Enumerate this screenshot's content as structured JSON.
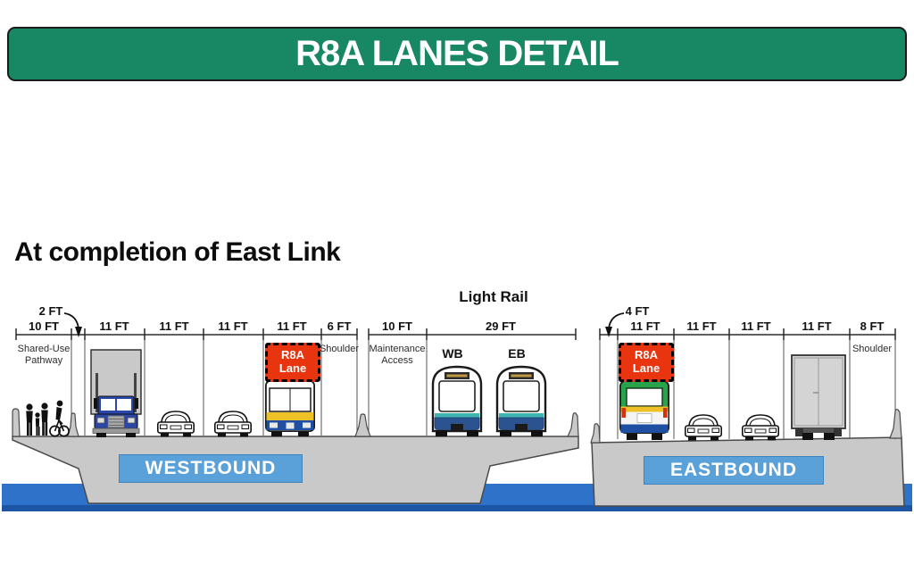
{
  "header": {
    "title": "R8A LANES DETAIL",
    "bg_color": "#188764"
  },
  "section_title": "At completion of East Link",
  "light_rail_label": "Light Rail",
  "wb": {
    "banner": "WESTBOUND",
    "widths": [
      "10 FT",
      "2 FT",
      "11 FT",
      "11 FT",
      "11 FT",
      "11 FT",
      "6 FT"
    ],
    "lane_labels": {
      "pathway": "Shared-Use Pathway",
      "shoulder": "Shoulder"
    }
  },
  "center": {
    "widths": [
      "10 FT",
      "29 FT"
    ],
    "labels": {
      "maintenance": "Maintenance Access",
      "wb_track": "WB",
      "eb_track": "EB"
    }
  },
  "eb": {
    "banner": "EASTBOUND",
    "widths": [
      "4 FT",
      "11 FT",
      "11 FT",
      "11 FT",
      "11 FT",
      "8 FT"
    ],
    "lane_labels": {
      "shoulder": "Shoulder"
    }
  },
  "r8a_badge": {
    "line1": "R8A",
    "line2": "Lane",
    "color": "#e8350f"
  },
  "icons": {
    "vehicles": [
      "pedestrians-and-cyclist",
      "semi-truck",
      "sedan-car",
      "sedan-car",
      "transit-bus",
      "light-rail-train-wb",
      "light-rail-train-eb",
      "transit-bus-rear",
      "sedan-car",
      "sedan-car",
      "box-truck"
    ],
    "structures": [
      "westbound-bridge-deck",
      "eastbound-bridge-deck",
      "water",
      "jersey-barrier",
      "parapet"
    ]
  },
  "colors": {
    "water": "#2f72c9",
    "water_edge": "#1d55a5",
    "deck": "#c9c9c9",
    "banner_blue": "#5aa1da",
    "bus_yellow": "#eec226",
    "bus_blue": "#1e4fa3",
    "train_blue": "#2a5390",
    "train_teal": "#3fb3b0",
    "green_bus": "#28a24b",
    "truck_blue": "#2946a8"
  }
}
